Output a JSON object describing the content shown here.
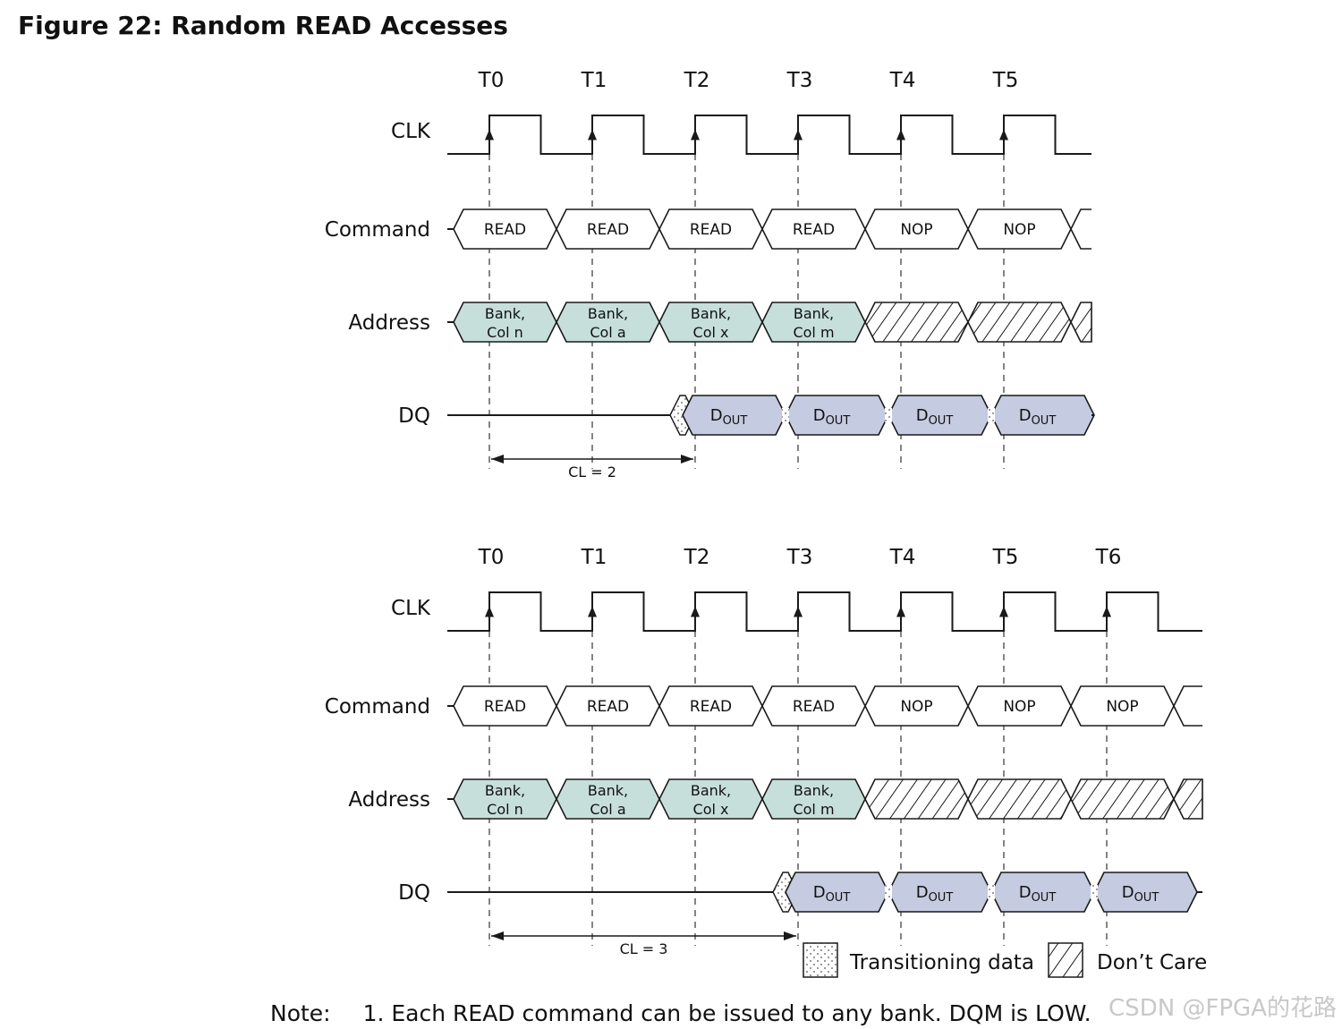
{
  "title": "Figure 22: Random READ Accesses",
  "colors": {
    "addr_fill": "#c7dfdb",
    "dout_fill": "#c5cbe0",
    "stroke": "#1a1a1a"
  },
  "diagrams": [
    {
      "clock_labels": [
        "T0",
        "T1",
        "T2",
        "T3",
        "T4",
        "T5"
      ],
      "signals": {
        "clk": "CLK",
        "command": "Command",
        "address": "Address",
        "dq": "DQ"
      },
      "commands": [
        "READ",
        "READ",
        "READ",
        "READ",
        "NOP",
        "NOP"
      ],
      "addresses": [
        [
          "Bank,",
          "Col n"
        ],
        [
          "Bank,",
          "Col a"
        ],
        [
          "Bank,",
          "Col x"
        ],
        [
          "Bank,",
          "Col m"
        ]
      ],
      "dq_outputs": [
        {
          "main": "D",
          "sub": "OUT"
        },
        {
          "main": "D",
          "sub": "OUT"
        },
        {
          "main": "D",
          "sub": "OUT"
        },
        {
          "main": "D",
          "sub": "OUT"
        }
      ],
      "latency_cycles": 2,
      "latency_label": "CL = 2"
    },
    {
      "clock_labels": [
        "T0",
        "T1",
        "T2",
        "T3",
        "T4",
        "T5",
        "T6"
      ],
      "signals": {
        "clk": "CLK",
        "command": "Command",
        "address": "Address",
        "dq": "DQ"
      },
      "commands": [
        "READ",
        "READ",
        "READ",
        "READ",
        "NOP",
        "NOP",
        "NOP"
      ],
      "addresses": [
        [
          "Bank,",
          "Col n"
        ],
        [
          "Bank,",
          "Col a"
        ],
        [
          "Bank,",
          "Col x"
        ],
        [
          "Bank,",
          "Col m"
        ]
      ],
      "dq_outputs": [
        {
          "main": "D",
          "sub": "OUT"
        },
        {
          "main": "D",
          "sub": "OUT"
        },
        {
          "main": "D",
          "sub": "OUT"
        },
        {
          "main": "D",
          "sub": "OUT"
        }
      ],
      "latency_cycles": 3,
      "latency_label": "CL = 3"
    }
  ],
  "legend": [
    {
      "key": "transitioning",
      "label": "Transitioning data"
    },
    {
      "key": "dontcare",
      "label": "Don’t Care"
    }
  ],
  "note": {
    "label": "Note:",
    "number": "1.",
    "text": "Each READ command can be issued to any bank. DQM is LOW."
  },
  "watermark": "CSDN @FPGA的花路"
}
